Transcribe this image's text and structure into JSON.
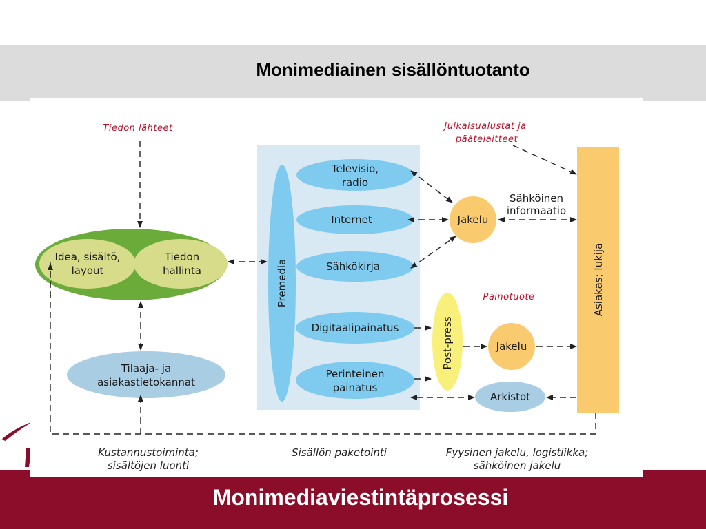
{
  "slide": {
    "title": "Monimediainen sisällöntuotanto",
    "footer_title": "Monimediaviestintäprosessi"
  },
  "diagram": {
    "section_labels": {
      "sources": "Tiedon lähteet",
      "platforms_line1": "Julkaisualustat ja",
      "platforms_line2": "päätelaitteet",
      "print_product": "Painotuote"
    },
    "nodes": {
      "idea_line1": "Idea, sisältö,",
      "idea_line2": "layout",
      "info_line1": "Tiedon",
      "info_line2": "hallinta",
      "client_db_line1": "Tilaaja- ja",
      "client_db_line2": "asiakastietokannat",
      "premedia": "Premedia",
      "tv_line1": "Televisio,",
      "tv_line2": "radio",
      "internet": "Internet",
      "ebook": "Sähkökirja",
      "digital_print": "Digitaalipainatus",
      "trad_print_line1": "Perinteinen",
      "trad_print_line2": "painatus",
      "distribution_electronic": "Jakelu",
      "electronic_info_line1": "Sähköinen",
      "electronic_info_line2": "informaatio",
      "post_press": "Post-press",
      "distribution_print": "Jakelu",
      "archives": "Arkistot",
      "customer_reader": "Asiakas; lukija"
    },
    "captions": {
      "publishing_line1": "Kustannustoiminta;",
      "publishing_line2": "sisältöjen luonti",
      "packaging": "Sisällön paketointi",
      "logistics_line1": "Fyysinen jakelu, logistiikka;",
      "logistics_line2": "sähköinen jakelu"
    },
    "colors": {
      "accent_red": "#b3122b",
      "footer_bar": "#8c0d2a",
      "light_blue": "#7ecbef",
      "pale_blue": "#a9cde3",
      "green_outer": "#6aab3a",
      "green_inner": "#d7dc8a",
      "orange": "#f9cb6e",
      "yellow": "#f8f07a",
      "panel": "#d9e9f3"
    }
  }
}
